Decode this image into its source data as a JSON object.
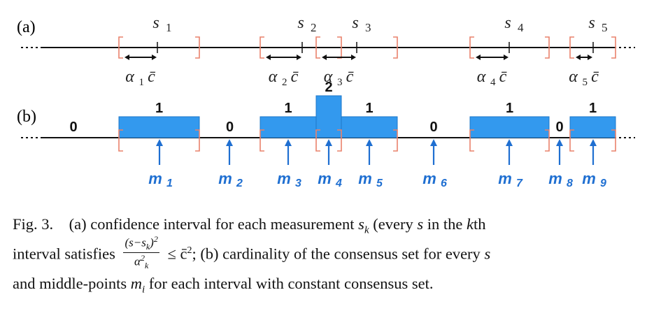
{
  "labels": {
    "panel_a": "(a)",
    "panel_b": "(b)"
  },
  "colors": {
    "axis": "#111111",
    "bracket": "#e9826c",
    "bar": "#3399ee",
    "bar_edge": "#1f78c8",
    "marker": "#1f6fd1"
  },
  "measurements": [
    {
      "name": "s",
      "sub": "1",
      "alpha_sub": "1",
      "center": 2.15,
      "left": 1.6,
      "right": 2.75
    },
    {
      "name": "s",
      "sub": "2",
      "alpha_sub": "2",
      "center": 4.22,
      "left": 3.62,
      "right": 4.78
    },
    {
      "name": "s",
      "sub": "3",
      "alpha_sub": "3",
      "center": 5.0,
      "left": 4.42,
      "right": 5.58
    },
    {
      "name": "s",
      "sub": "4",
      "alpha_sub": "4",
      "center": 7.18,
      "left": 6.62,
      "right": 7.75
    },
    {
      "name": "s",
      "sub": "5",
      "alpha_sub": "5",
      "center": 8.38,
      "left": 8.05,
      "right": 8.7
    }
  ],
  "alpha_text": "α",
  "cbar_text": "c̄",
  "cardinality": [
    {
      "label": "0",
      "value": 0,
      "from": 0.3,
      "to": 1.6
    },
    {
      "label": "1",
      "value": 1,
      "from": 1.6,
      "to": 2.75
    },
    {
      "label": "0",
      "value": 0,
      "from": 2.75,
      "to": 3.62
    },
    {
      "label": "1",
      "value": 1,
      "from": 3.62,
      "to": 4.42
    },
    {
      "label": "2",
      "value": 2,
      "from": 4.42,
      "to": 4.78
    },
    {
      "label": "1",
      "value": 1,
      "from": 4.78,
      "to": 5.58
    },
    {
      "label": "0",
      "value": 0,
      "from": 5.58,
      "to": 6.62
    },
    {
      "label": "1",
      "value": 1,
      "from": 6.62,
      "to": 7.75
    },
    {
      "label": "0",
      "value": 0,
      "from": 7.75,
      "to": 8.05
    },
    {
      "label": "1",
      "value": 1,
      "from": 8.05,
      "to": 8.7
    }
  ],
  "midpoints": [
    {
      "name": "m",
      "sub": "1",
      "x": 2.18
    },
    {
      "name": "m",
      "sub": "2",
      "x": 3.18
    },
    {
      "name": "m",
      "sub": "3",
      "x": 4.02
    },
    {
      "name": "m",
      "sub": "4",
      "x": 4.6
    },
    {
      "name": "m",
      "sub": "5",
      "x": 5.18
    },
    {
      "name": "m",
      "sub": "6",
      "x": 6.1
    },
    {
      "name": "m",
      "sub": "7",
      "x": 7.18
    },
    {
      "name": "m",
      "sub": "8",
      "x": 7.9
    },
    {
      "name": "m",
      "sub": "9",
      "x": 8.38
    }
  ],
  "caption": {
    "fig_label": "Fig. 3.",
    "line1_a": "(a) confidence interval for each measurement ",
    "sk_s": "s",
    "sk_k": "k",
    "line1_b": " (every ",
    "s_var": "s",
    "line1_c": " in the ",
    "k_var": "k",
    "line1_d": "th",
    "line2_a": "interval satisfies ",
    "frac_num": "(s−s",
    "frac_num_sub": "k",
    "frac_num_tail": ")",
    "frac_num_sup": "2",
    "frac_den": "α",
    "frac_den_sub": "k",
    "frac_den_sup": "2",
    "line2_b": " ≤ c̄",
    "line2_sup": "2",
    "line2_c": "; (b) cardinality of the consensus set for every ",
    "line2_s": "s",
    "line3_a": "and middle-points ",
    "line3_m": "m",
    "line3_i": "i",
    "line3_b": " for each interval with constant consensus set."
  }
}
